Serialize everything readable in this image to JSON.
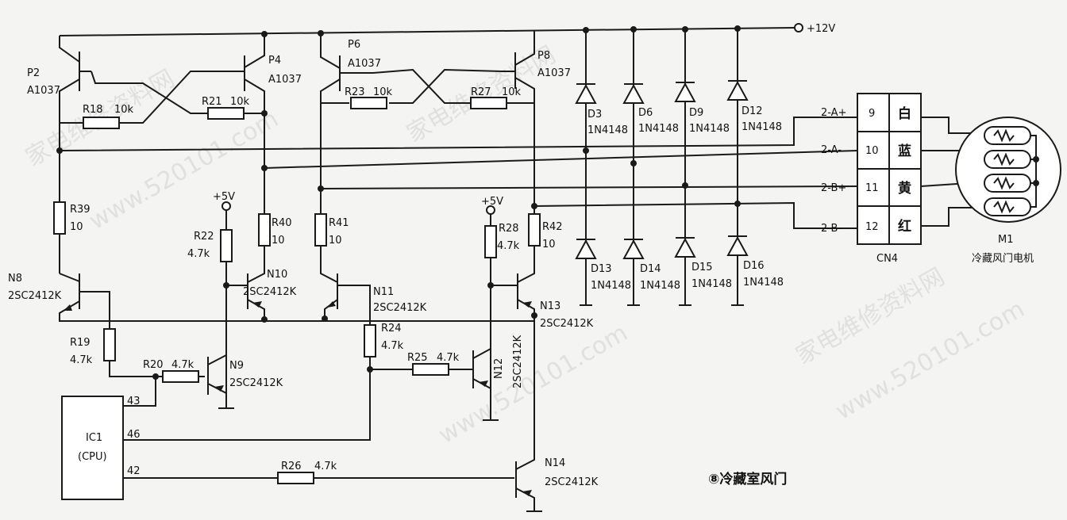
{
  "supply": {
    "v12": "+12V",
    "v5a": "+5V",
    "v5b": "+5V"
  },
  "transistors": {
    "p2": {
      "name": "P2",
      "type": "A1037"
    },
    "p4": {
      "name": "P4",
      "type": "A1037"
    },
    "p6": {
      "name": "P6",
      "type": "A1037"
    },
    "p8": {
      "name": "P8",
      "type": "A1037"
    },
    "n8": {
      "name": "N8",
      "type": "2SC2412K"
    },
    "n9": {
      "name": "N9",
      "type": "2SC2412K"
    },
    "n10": {
      "name": "N10",
      "type": "2SC2412K"
    },
    "n11": {
      "name": "N11",
      "type": "2SC2412K"
    },
    "n12": {
      "name": "N12",
      "type": "2SC2412K"
    },
    "n13": {
      "name": "N13",
      "type": "2SC2412K"
    },
    "n14": {
      "name": "N14",
      "type": "2SC2412K"
    }
  },
  "resistors": {
    "r18": {
      "name": "R18",
      "value": "10k"
    },
    "r21": {
      "name": "R21",
      "value": "10k"
    },
    "r23": {
      "name": "R23",
      "value": "10k"
    },
    "r27": {
      "name": "R27",
      "value": "10k"
    },
    "r39": {
      "name": "R39",
      "value": "10"
    },
    "r40": {
      "name": "R40",
      "value": "10"
    },
    "r41": {
      "name": "R41",
      "value": "10"
    },
    "r42": {
      "name": "R42",
      "value": "10"
    },
    "r22": {
      "name": "R22",
      "value": "4.7k"
    },
    "r28": {
      "name": "R28",
      "value": "4.7k"
    },
    "r19": {
      "name": "R19",
      "value": "4.7k"
    },
    "r20": {
      "name": "R20",
      "value": "4.7k"
    },
    "r24": {
      "name": "R24",
      "value": "4.7k"
    },
    "r25": {
      "name": "R25",
      "value": "4.7k"
    },
    "r26": {
      "name": "R26",
      "value": "4.7k"
    }
  },
  "diodes": {
    "d3": {
      "name": "D3",
      "type": "1N4148"
    },
    "d6": {
      "name": "D6",
      "type": "1N4148"
    },
    "d9": {
      "name": "D9",
      "type": "1N4148"
    },
    "d12": {
      "name": "D12",
      "type": "1N4148"
    },
    "d13": {
      "name": "D13",
      "type": "1N4148"
    },
    "d14": {
      "name": "D14",
      "type": "1N4148"
    },
    "d15": {
      "name": "D15",
      "type": "1N4148"
    },
    "d16": {
      "name": "D16",
      "type": "1N4148"
    }
  },
  "ic": {
    "name": "IC1",
    "desc": "(CPU)",
    "pin43": "43",
    "pin46": "46",
    "pin42": "42"
  },
  "connector": {
    "name": "CN4",
    "rows": [
      {
        "signal": "2-A+",
        "pin": "9",
        "color": "白"
      },
      {
        "signal": "2-A-",
        "pin": "10",
        "color": "蓝"
      },
      {
        "signal": "2-B+",
        "pin": "11",
        "color": "黄"
      },
      {
        "signal": "2-B-",
        "pin": "12",
        "color": "红"
      }
    ]
  },
  "motor": {
    "name": "M1",
    "desc": "冷藏风门电机"
  },
  "caption": "⑧冷藏室风门",
  "watermarks": [
    "家电维修资料网",
    "www.520101.com"
  ]
}
